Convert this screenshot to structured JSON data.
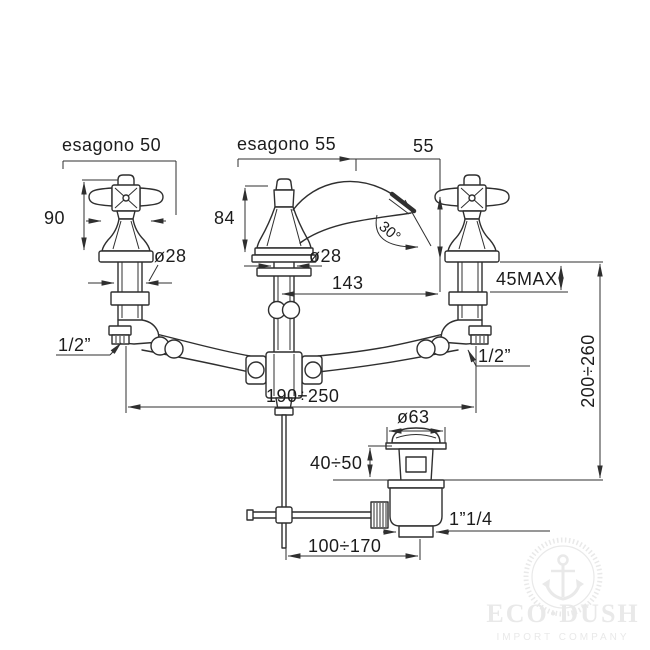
{
  "page": {
    "background": "#ffffff",
    "line_color": "#2f2f2f",
    "watermark_color": "#e9e9e9"
  },
  "labels": {
    "esagono_50": "esagono  50",
    "esagono_55": "esagono  55",
    "dim_55": "55",
    "dim_90": "90",
    "dim_84": "84",
    "dia_28_left": "ø28",
    "dia_28_mid": "ø28",
    "dim_143": "143",
    "angle_30": "30°",
    "dim_45max": "45MAX",
    "conn_left": "1/2”",
    "conn_right": "1/2”",
    "dim_190_250": "190÷250",
    "dim_200_260": "200÷260",
    "dia_63": "ø63",
    "dim_40_50": "40÷50",
    "thread_1_14": "1”1/4",
    "dim_100_170": "100÷170"
  },
  "watermark": {
    "brand": "ECO·DUSH",
    "subtitle": "IMPORT COMPANY",
    "icon": "anchor-icon"
  }
}
